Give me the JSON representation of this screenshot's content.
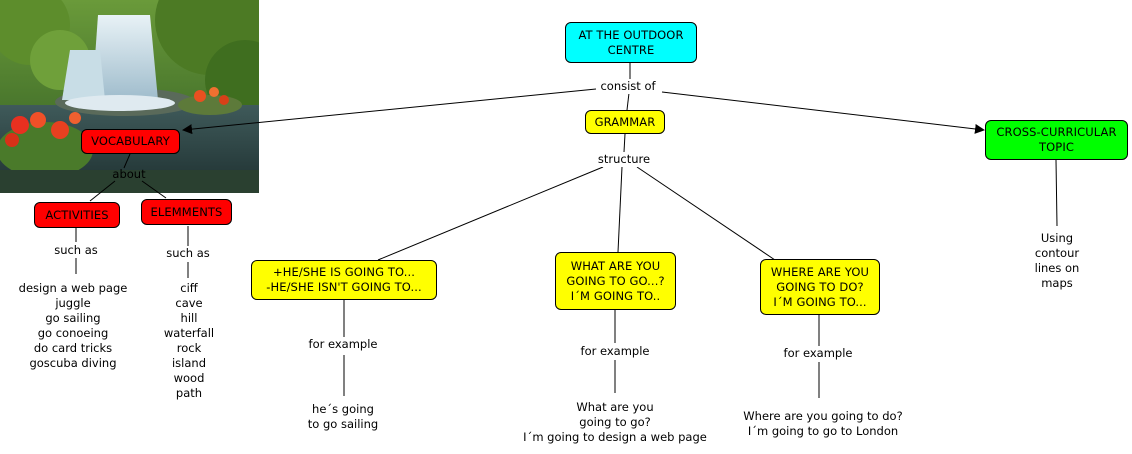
{
  "nodes": {
    "root": "AT THE OUTDOOR\nCENTRE",
    "grammar": "GRAMMAR",
    "vocabulary": "VOCABULARY",
    "cross": "CROSS-CURRICULAR\nTOPIC",
    "activities": "ACTIVITIES",
    "elements": "ELEMMENTS",
    "going_to": "+HE/SHE IS GOING TO...\n-HE/SHE ISN'T GOING TO...",
    "what_going": "WHAT ARE YOU\nGOING TO GO...?\nI´M GOING TO..",
    "where_going": "WHERE ARE YOU\nGOING TO DO?\nI´M GOING TO..."
  },
  "links": {
    "consist_of": "consist of",
    "structure": "structure",
    "about": "about",
    "such_as_1": "such as",
    "such_as_2": "such as",
    "for_example_1": "for example",
    "for_example_2": "for example",
    "for_example_3": "for example"
  },
  "leaves": {
    "activities_list": "design a web page\njuggle\ngo sailing\ngo conoeing\ndo card tricks\ngoscuba diving",
    "elements_list": "ciff\ncave\nhill\nwaterfall\nrock\nisland\nwood\npath",
    "example_1": "he´s going\nto go sailing",
    "example_2": "What are you\ngoing to go?\nI´m going to design a web page",
    "example_3": "Where are you going to do?\nI´m going to go to London",
    "contour": "Using contour\nlines on maps"
  },
  "colors": {
    "root": "#00ffff",
    "grammar": "#ffff00",
    "vocabulary": "#ff0000",
    "cross": "#00ff00"
  },
  "image": "waterfall-photo"
}
